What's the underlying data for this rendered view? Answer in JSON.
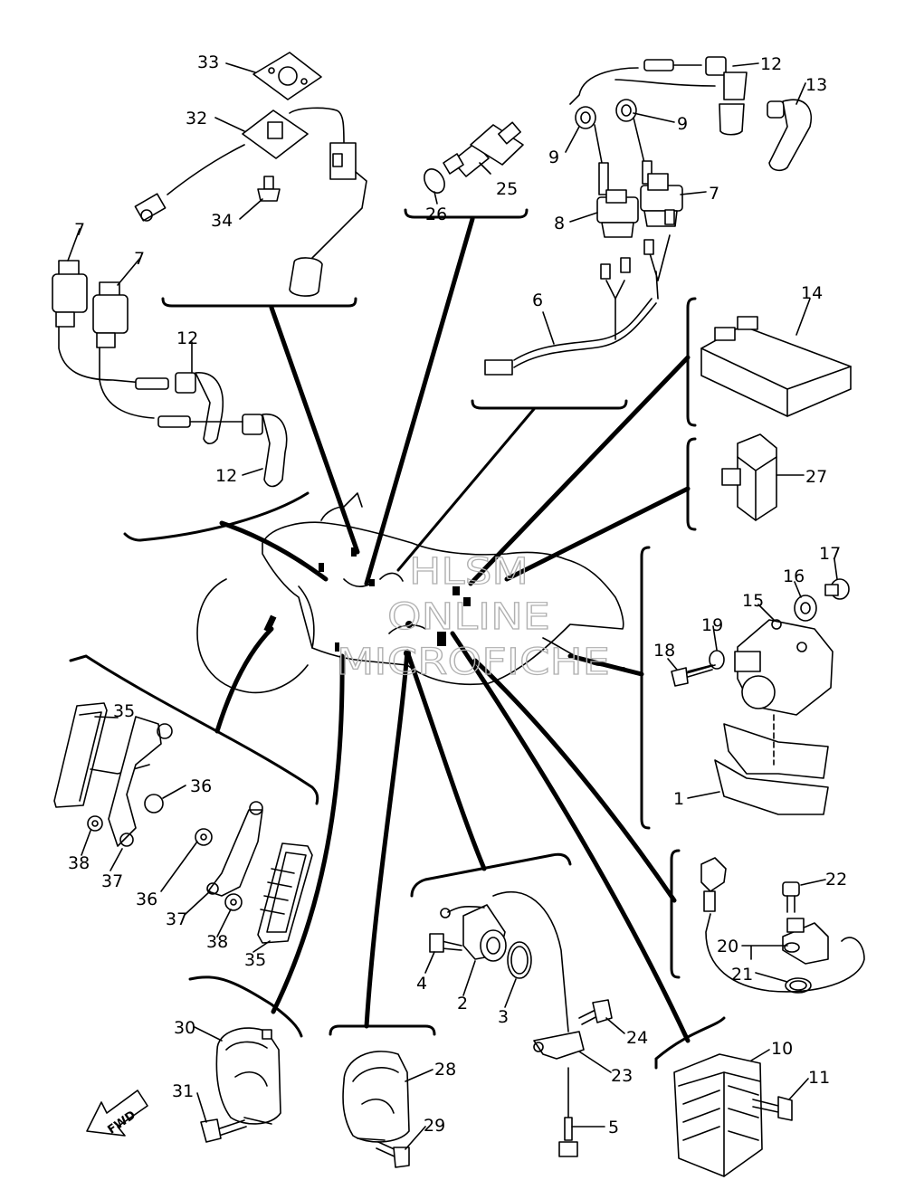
{
  "callouts": [
    {
      "id": "c33",
      "text": "33"
    },
    {
      "id": "c32",
      "text": "32"
    },
    {
      "id": "c34",
      "text": "34"
    },
    {
      "id": "c25",
      "text": "25"
    },
    {
      "id": "c26",
      "text": "26"
    },
    {
      "id": "c12a",
      "text": "12"
    },
    {
      "id": "c13",
      "text": "13"
    },
    {
      "id": "c9a",
      "text": "9"
    },
    {
      "id": "c9b",
      "text": "9"
    },
    {
      "id": "c7a",
      "text": "7"
    },
    {
      "id": "c8",
      "text": "8"
    },
    {
      "id": "c6",
      "text": "6"
    },
    {
      "id": "c7b",
      "text": "7"
    },
    {
      "id": "c7c",
      "text": "7"
    },
    {
      "id": "c12b",
      "text": "12"
    },
    {
      "id": "c12c",
      "text": "12"
    },
    {
      "id": "c14",
      "text": "14"
    },
    {
      "id": "c27",
      "text": "27"
    },
    {
      "id": "c17",
      "text": "17"
    },
    {
      "id": "c16",
      "text": "16"
    },
    {
      "id": "c15",
      "text": "15"
    },
    {
      "id": "c19",
      "text": "19"
    },
    {
      "id": "c18",
      "text": "18"
    },
    {
      "id": "c1",
      "text": "1"
    },
    {
      "id": "c35a",
      "text": "35"
    },
    {
      "id": "c36a",
      "text": "36"
    },
    {
      "id": "c38a",
      "text": "38"
    },
    {
      "id": "c37a",
      "text": "37"
    },
    {
      "id": "c36b",
      "text": "36"
    },
    {
      "id": "c37b",
      "text": "37"
    },
    {
      "id": "c38b",
      "text": "38"
    },
    {
      "id": "c35b",
      "text": "35"
    },
    {
      "id": "c4",
      "text": "4"
    },
    {
      "id": "c2",
      "text": "2"
    },
    {
      "id": "c3",
      "text": "3"
    },
    {
      "id": "c24",
      "text": "24"
    },
    {
      "id": "c23",
      "text": "23"
    },
    {
      "id": "c5",
      "text": "5"
    },
    {
      "id": "c22",
      "text": "22"
    },
    {
      "id": "c20",
      "text": "20"
    },
    {
      "id": "c21",
      "text": "21"
    },
    {
      "id": "c10",
      "text": "10"
    },
    {
      "id": "c11",
      "text": "11"
    },
    {
      "id": "c30",
      "text": "30"
    },
    {
      "id": "c31",
      "text": "31"
    },
    {
      "id": "c28",
      "text": "28"
    },
    {
      "id": "c29",
      "text": "29"
    }
  ],
  "fwd_label": "FWD",
  "watermark": [
    "HLSM",
    "ONLINE",
    "MICROFICHE"
  ]
}
